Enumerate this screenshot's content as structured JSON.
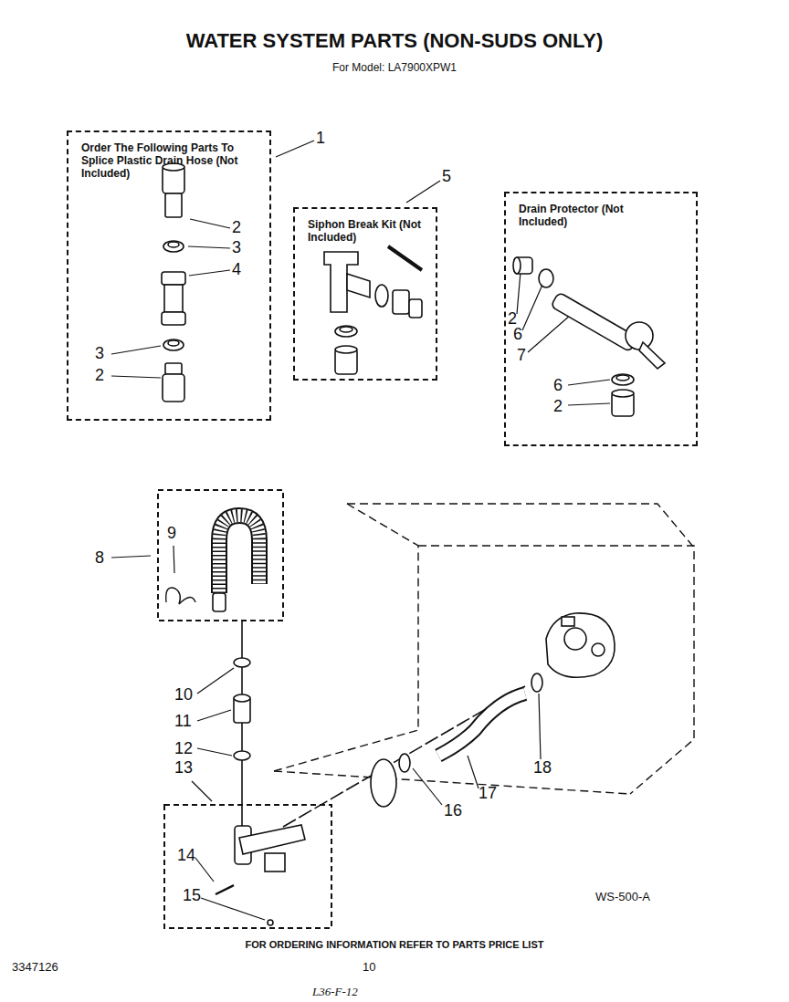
{
  "diagram": {
    "title": "WATER SYSTEM PARTS (NON-SUDS ONLY)",
    "nodes": [
      {
        "text": [
          "Order The Following Parts To Splice Plastic Drain Hose (Not Included)"
        ]
      },
      {
        "text": [
          "Siphon Break Kit (Not Included)"
        ]
      },
      {
        "text": [
          "Drain Protector (Not Included)"
        ]
      }
    ],
    "labels": [
      "For Model: LA7900XPW1",
      "1",
      "2",
      "3",
      "4",
      "3",
      "2",
      "5",
      "2",
      "6",
      "7",
      "6",
      "2",
      "8",
      "9",
      "10",
      "11",
      "12",
      "13",
      "14",
      "15",
      "16",
      "17",
      "18",
      "WS-500-A",
      "FOR ORDERING INFORMATION REFER TO PARTS PRICE LIST",
      "3347126",
      "10",
      "L36-F-12"
    ]
  }
}
